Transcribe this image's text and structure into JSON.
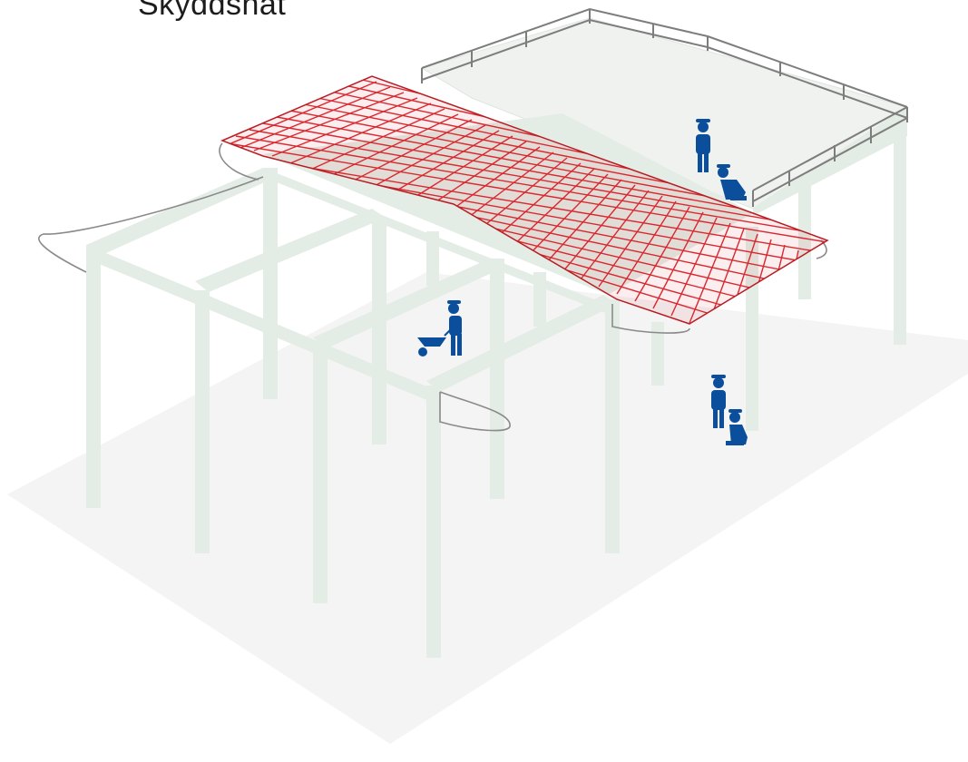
{
  "title": "Skyddsnät",
  "colors": {
    "ground": "#f4f4f4",
    "structure": "#e3ece5",
    "structure_edge": "#cfdcd2",
    "deck": "#f0f2f0",
    "net": "#d9282f",
    "rope": "#8a8a8a",
    "railing": "#7d7d7d",
    "worker": "#0b4f9c"
  },
  "figures": [
    {
      "name": "standing-worker-on-deck",
      "pose": "standing"
    },
    {
      "name": "kneeling-worker-on-deck",
      "pose": "kneeling"
    },
    {
      "name": "worker-with-wheelbarrow",
      "pose": "wheelbarrow"
    },
    {
      "name": "standing-worker-ground",
      "pose": "standing"
    },
    {
      "name": "kneeling-worker-ground",
      "pose": "kneeling"
    }
  ]
}
